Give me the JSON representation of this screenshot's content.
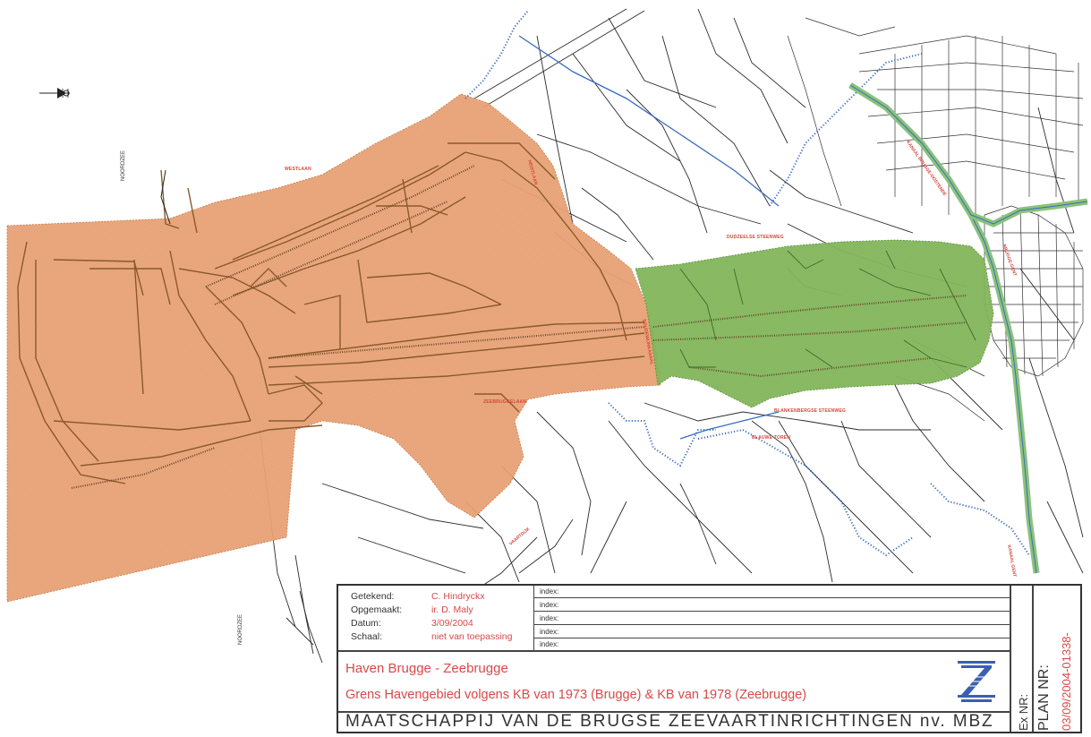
{
  "map": {
    "labels": {
      "noordzee_top": "NOORDZEE",
      "noordzee_bottom": "NOORDZEE",
      "westlaan": "WESTLAAN",
      "zeebruggelaan": "ZEEBRUGGELAAN",
      "dudzeelse_steenweg": "DUDZEELSE STEENWEG",
      "blankenbergse_steenweg": "BLANKENBERGSE STEENWEG",
      "blauwe_toren": "BLAUWE TOREN",
      "vaartdijk": "VAARTDIJK",
      "heistlaan": "HEISTLAAN",
      "boudewijnkanaal": "BOUDEWIJNKANAAL",
      "kanaal_noord": "KANAAL BRUGGE-OOSTENDE",
      "kanaal_oost": "BRUGGE-GENT",
      "kanaal_zuid": "KANAAL GENT"
    },
    "colors": {
      "zone_zeebrugge": "#e8a06a",
      "zone_brugge": "#7cb356",
      "roads": "#2a2a2a",
      "boundary_dotted": "#3a6cc0",
      "canal": "#8bc27a"
    },
    "icons": {
      "north_arrow": "north-arrow-icon",
      "logo": "mbz-logo-icon"
    }
  },
  "titleblock": {
    "getekend_label": "Getekend:",
    "getekend_value": "C. Hindryckx",
    "opgemaakt_label": "Opgemaakt:",
    "opgemaakt_value": "ir. D. Maly",
    "datum_label": "Datum:",
    "datum_value": "3/09/2004",
    "schaal_label": "Schaal:",
    "schaal_value": "niet van toepassing",
    "index_label": "index:",
    "title": "Haven Brugge - Zeebrugge",
    "subtitle": "Grens Havengebied volgens KB van 1973 (Brugge) & KB van 1978 (Zeebrugge)",
    "organisation": "MAATSCHAPPIJ VAN DE BRUGSE ZEEVAARTINRICHTINGEN nv. MBZ",
    "ex_nr_label": "Ex NR:",
    "plan_nr_label": "PLAN NR:",
    "plan_nr_value": "03/09/2004-01338-"
  }
}
